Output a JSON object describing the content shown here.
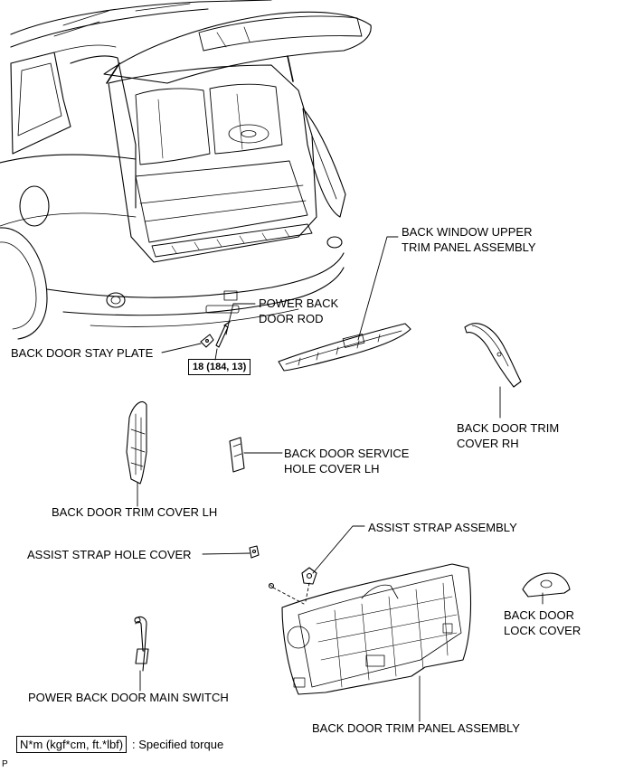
{
  "labels": {
    "back_window_upper_trim": [
      "BACK WINDOW UPPER",
      "TRIM PANEL ASSEMBLY"
    ],
    "power_back_door_rod": [
      "POWER BACK",
      "DOOR ROD"
    ],
    "back_door_stay_plate": "BACK DOOR STAY PLATE",
    "back_door_trim_cover_rh": [
      "BACK DOOR TRIM",
      "COVER RH"
    ],
    "back_door_service_hole_cover_lh": [
      "BACK DOOR SERVICE",
      "HOLE COVER LH"
    ],
    "back_door_trim_cover_lh": "BACK DOOR TRIM COVER LH",
    "assist_strap_assembly": "ASSIST STRAP ASSEMBLY",
    "assist_strap_hole_cover": "ASSIST STRAP HOLE COVER",
    "back_door_lock_cover": [
      "BACK DOOR",
      "LOCK COVER"
    ],
    "power_back_door_main_switch": "POWER BACK DOOR MAIN SWITCH",
    "back_door_trim_panel_assembly": "BACK DOOR TRIM PANEL ASSEMBLY"
  },
  "torque_value": "18 (184, 13)",
  "legend": {
    "unit_box": "N*m (kgf*cm, ft.*lbf)",
    "text": ": Specified torque"
  },
  "corner_mark": "P"
}
